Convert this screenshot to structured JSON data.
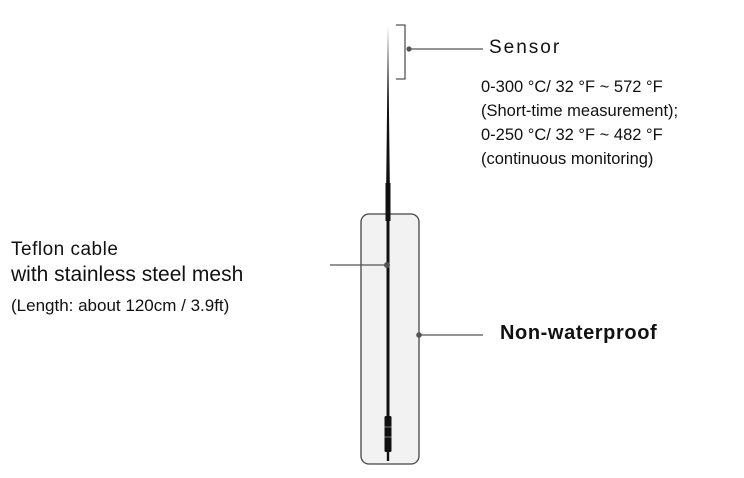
{
  "sensor": {
    "title": "Sensor",
    "specs": [
      "0-300 °C/ 32 °F ~ 572 °F",
      "(Short-time measurement);",
      "0-250 °C/ 32 °F ~ 482 °F",
      "(continuous monitoring)"
    ]
  },
  "cable": {
    "title": "Teflon cable",
    "subtitle": "with stainless steel mesh",
    "length": "(Length: about 120cm / 3.9ft)"
  },
  "housing": {
    "label": "Non-waterproof"
  },
  "colors": {
    "line": "#555555",
    "probe": "#111111",
    "housing_fill": "#f2f2f2",
    "housing_stroke": "#444444"
  }
}
